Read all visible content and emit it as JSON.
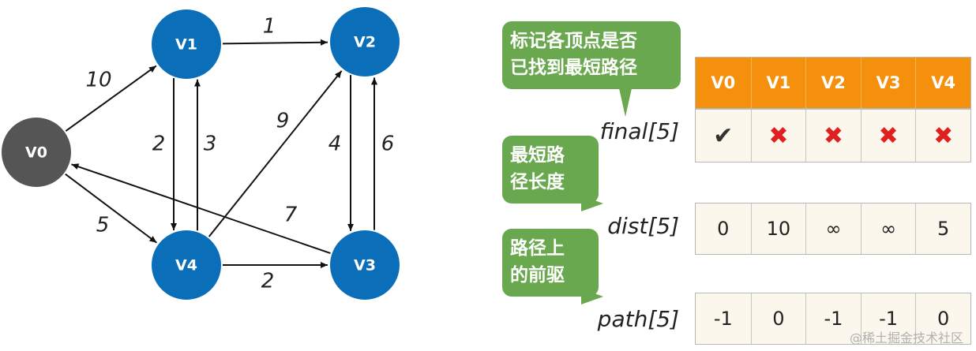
{
  "graph": {
    "nodes": [
      {
        "id": "V0",
        "color": "#555555"
      },
      {
        "id": "V1",
        "color": "#0a6fb8"
      },
      {
        "id": "V2",
        "color": "#0a6fb8"
      },
      {
        "id": "V3",
        "color": "#0a6fb8"
      },
      {
        "id": "V4",
        "color": "#0a6fb8"
      }
    ],
    "edges": [
      {
        "from": "V0",
        "to": "V1",
        "weight": "10"
      },
      {
        "from": "V1",
        "to": "V2",
        "weight": "1"
      },
      {
        "from": "V1",
        "to": "V4",
        "weight": "2"
      },
      {
        "from": "V4",
        "to": "V1",
        "weight": "3"
      },
      {
        "from": "V4",
        "to": "V2",
        "weight": "9"
      },
      {
        "from": "V2",
        "to": "V3",
        "weight": "4"
      },
      {
        "from": "V3",
        "to": "V2",
        "weight": "6"
      },
      {
        "from": "V3",
        "to": "V0",
        "weight": "7"
      },
      {
        "from": "V0",
        "to": "V4",
        "weight": "5"
      },
      {
        "from": "V4",
        "to": "V3",
        "weight": "2"
      }
    ]
  },
  "bubbles": {
    "final_note": [
      "标记各顶点是否",
      "已找到最短路径"
    ],
    "dist_note": [
      "最短路",
      "径长度"
    ],
    "path_note": [
      "路径上",
      "的前驱"
    ],
    "color": "#6aa84f"
  },
  "arrays": {
    "headers": [
      "V0",
      "V1",
      "V2",
      "V3",
      "V4"
    ],
    "header_color": "#f5900c",
    "final": {
      "label": "final[5]",
      "values": [
        "check",
        "cross",
        "cross",
        "cross",
        "cross"
      ]
    },
    "dist": {
      "label": "dist[5]",
      "values": [
        "0",
        "10",
        "∞",
        "∞",
        "5"
      ]
    },
    "path": {
      "label": "path[5]",
      "values": [
        "-1",
        "0",
        "-1",
        "-1",
        "0"
      ]
    }
  },
  "watermark": "@稀土掘金技术社区"
}
